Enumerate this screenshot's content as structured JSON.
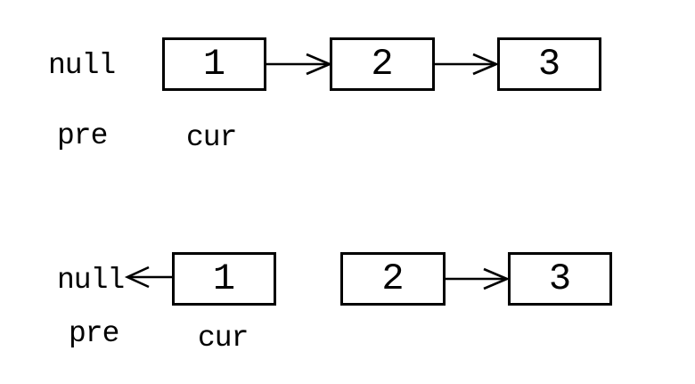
{
  "canvas": {
    "background": "#ffffff",
    "ink": "#000000"
  },
  "steps": [
    {
      "null_label": "null",
      "pre_label": "pre",
      "cur_label": "cur",
      "nodes": [
        {
          "value": "1"
        },
        {
          "value": "2"
        },
        {
          "value": "3"
        }
      ]
    },
    {
      "null_label": "null",
      "pre_label": "pre",
      "cur_label": "cur",
      "nodes": [
        {
          "value": "1"
        },
        {
          "value": "2"
        },
        {
          "value": "3"
        }
      ]
    }
  ]
}
